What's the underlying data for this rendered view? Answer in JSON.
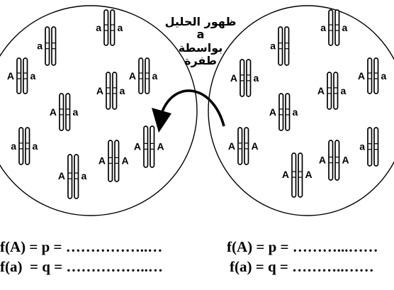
{
  "caption": {
    "line1": "ظهور الحليل",
    "line2": "a",
    "line3": "بواسطة",
    "line4": "طفرة"
  },
  "populations": [
    {
      "name": "left",
      "chromosome_pairs": [
        {
          "pair": 1,
          "left_allele": "a",
          "right_allele": ""
        },
        {
          "pair": 2,
          "left_allele": "a",
          "right_allele": "a"
        },
        {
          "pair": 3,
          "left_allele": "A",
          "right_allele": "a"
        },
        {
          "pair": 4,
          "left_allele": "A",
          "right_allele": "a"
        },
        {
          "pair": 5,
          "left_allele": "A",
          "right_allele": "a"
        },
        {
          "pair": 6,
          "left_allele": "A",
          "right_allele": "a"
        },
        {
          "pair": 7,
          "left_allele": "a",
          "right_allele": "a"
        },
        {
          "pair": 8,
          "left_allele": "A",
          "right_allele": "A"
        },
        {
          "pair": 9,
          "left_allele": "A",
          "right_allele": "A"
        },
        {
          "pair": 10,
          "left_allele": "A",
          "right_allele": "a"
        }
      ]
    },
    {
      "name": "right",
      "chromosome_pairs": [
        {
          "pair": 1,
          "left_allele": "a",
          "right_allele": ""
        },
        {
          "pair": 2,
          "left_allele": "a",
          "right_allele": "a"
        },
        {
          "pair": 3,
          "left_allele": "A",
          "right_allele": "a"
        },
        {
          "pair": 4,
          "left_allele": "A",
          "right_allele": "a"
        },
        {
          "pair": 5,
          "left_allele": "A",
          "right_allele": "a"
        },
        {
          "pair": 6,
          "left_allele": "A",
          "right_allele": "a"
        },
        {
          "pair": 7,
          "left_allele": "A",
          "right_allele": "A"
        },
        {
          "pair": 8,
          "left_allele": "A",
          "right_allele": "A"
        },
        {
          "pair": 9,
          "left_allele": "A",
          "right_allele": "A"
        },
        {
          "pair": 10,
          "left_allele": "a",
          "right_allele": ""
        }
      ]
    }
  ],
  "formulas": {
    "left_fA": "f(A) = p = ……………..…",
    "left_fa": "f(a)  = q = ……………..…",
    "right_fA": "f(A) = p = ………...……",
    "right_fa": "f(a) = q = ………..……"
  }
}
